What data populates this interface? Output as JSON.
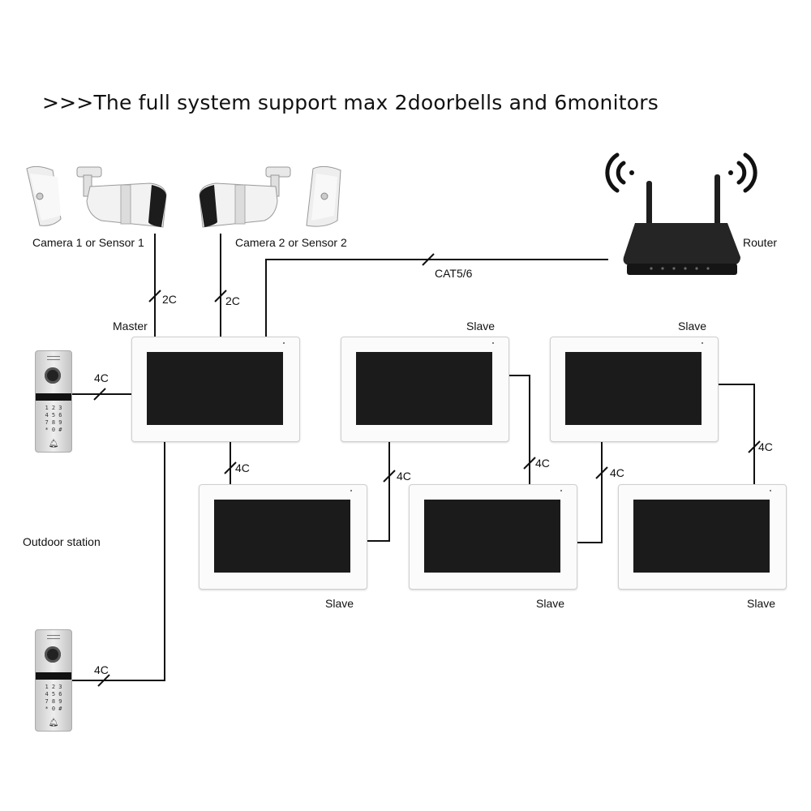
{
  "title": ">>>The full system support max 2doorbells and 6monitors",
  "labels": {
    "camera1": "Camera 1 or Sensor 1",
    "camera2": "Camera 2 or Sensor 2",
    "router": "Router",
    "cat": "CAT5/6",
    "master": "Master",
    "slave": "Slave",
    "outdoor": "Outdoor station",
    "two_c": "2C",
    "four_c": "4C"
  },
  "keypad": "1 2 3\n4 5 6\n7 8 9\n* 0 #",
  "bell_icon": "bell-icon",
  "colors": {
    "wire": "#111111",
    "screen": "#1b1b1b",
    "frame": "#fbfbfb"
  }
}
